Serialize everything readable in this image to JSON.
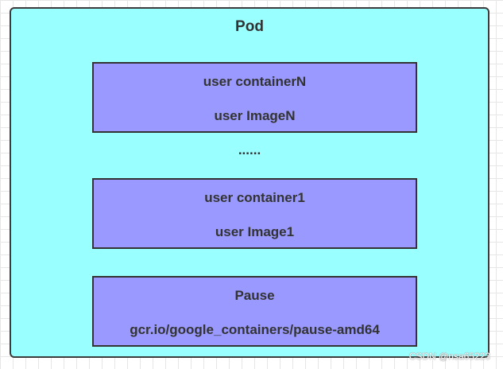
{
  "pod": {
    "title": "Pod",
    "fill_color": "#99ffff"
  },
  "containers": [
    {
      "name": "user containerN",
      "image": "user ImageN"
    },
    {
      "name": "user container1",
      "image": "user Image1"
    }
  ],
  "ellipsis": "......",
  "pause": {
    "name": "Pause",
    "image": "gcr.io/google_containers/pause-amd64"
  },
  "box_fill_color": "#9999ff",
  "watermark": "CSDN @nsa65223"
}
